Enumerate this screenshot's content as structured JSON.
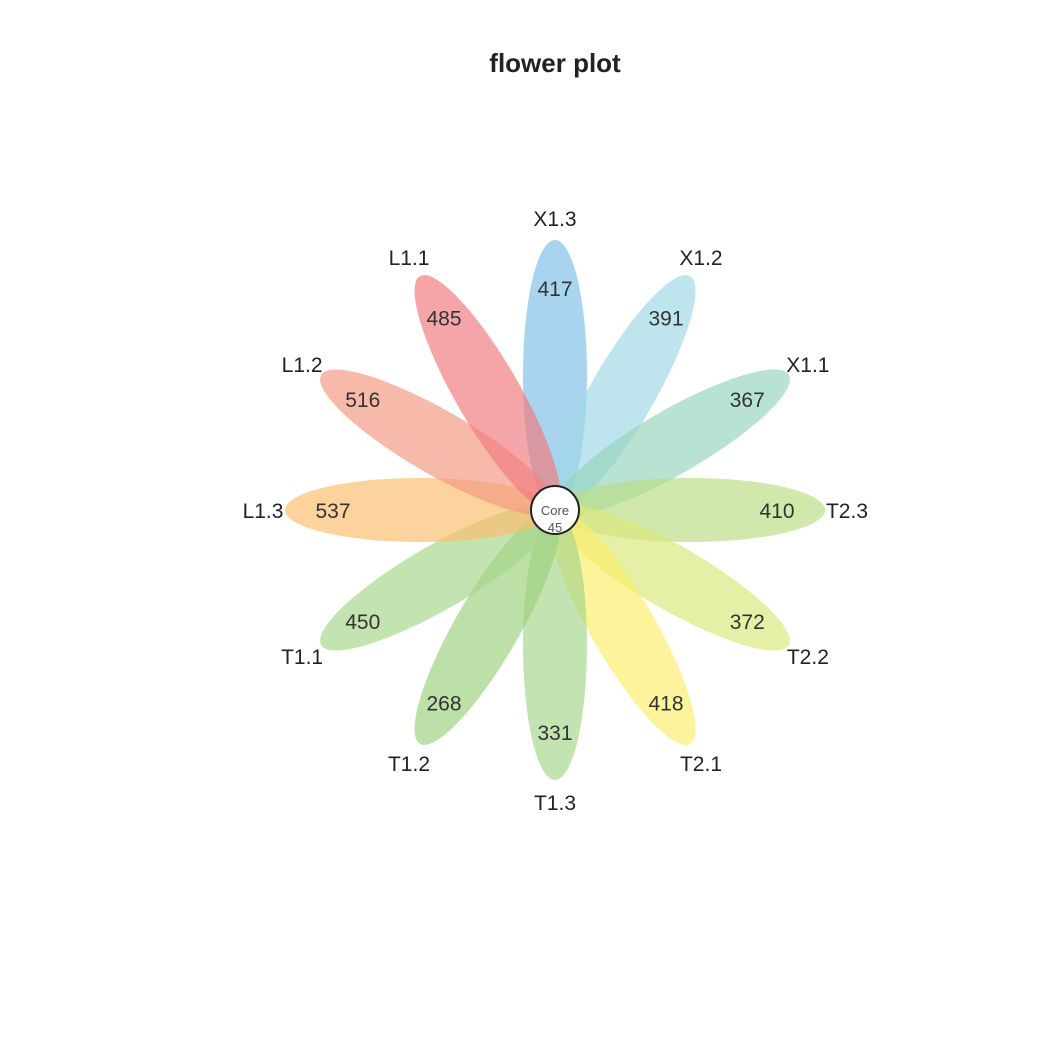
{
  "chart_data": {
    "type": "flower",
    "title": "flower plot",
    "core": {
      "label": "Core",
      "value": 45
    },
    "petals": [
      {
        "name": "X1.3",
        "value": 417,
        "color": "#7fc0e8"
      },
      {
        "name": "X1.2",
        "value": 391,
        "color": "#9fd9e6"
      },
      {
        "name": "X1.1",
        "value": 367,
        "color": "#97d4bc"
      },
      {
        "name": "T2.3",
        "value": 410,
        "color": "#b9dd84"
      },
      {
        "name": "T2.2",
        "value": 372,
        "color": "#d9e77c"
      },
      {
        "name": "T2.1",
        "value": 418,
        "color": "#fbee6a"
      },
      {
        "name": "T1.3",
        "value": 331,
        "color": "#a6d68a"
      },
      {
        "name": "T1.2",
        "value": 268,
        "color": "#9cd17e"
      },
      {
        "name": "T1.1",
        "value": 450,
        "color": "#a6d68a"
      },
      {
        "name": "L1.3",
        "value": 537,
        "color": "#fbbd6e"
      },
      {
        "name": "L1.2",
        "value": 516,
        "color": "#f39a82"
      },
      {
        "name": "L1.1",
        "value": 485,
        "color": "#f07b7e"
      }
    ]
  }
}
